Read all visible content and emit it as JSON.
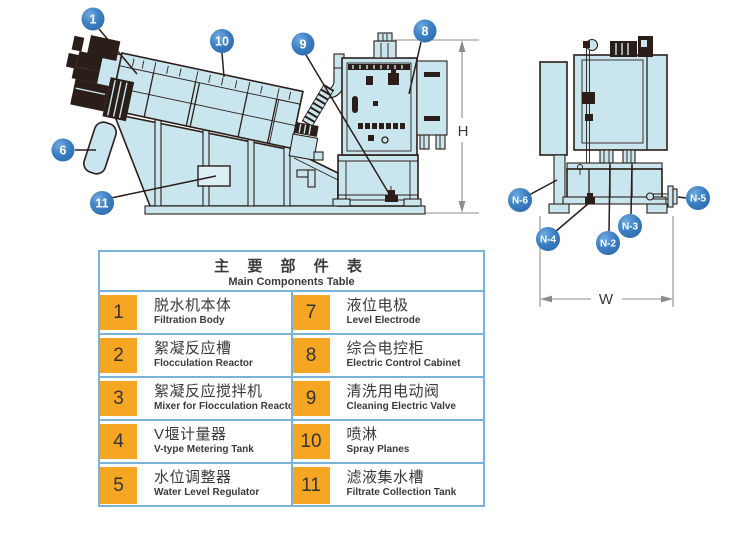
{
  "colors": {
    "machine_fill": "#c9e6ee",
    "outline": "#2b1d18",
    "callout_blue": "#3b7ec2",
    "dimension_gray": "#8c8c8c",
    "table_orange": "#f6a622",
    "table_border": "#7ab3d8",
    "text_dark": "#3a3a3a"
  },
  "diagram": {
    "callouts": {
      "c1": "1",
      "c6": "6",
      "c8": "8",
      "c9": "9",
      "c10": "10",
      "c11": "11"
    },
    "nozzles": {
      "n2": "N-2",
      "n3": "N-3",
      "n4": "N-4",
      "n5": "N-5",
      "n6": "N-6"
    },
    "dims": {
      "h": "H",
      "w": "W"
    }
  },
  "table": {
    "title_zh": "主 要 部 件 表",
    "title_en": "Main Components Table",
    "rows": [
      {
        "left": {
          "num": "1",
          "zh": "脱水机本体",
          "en": "Filtration Body"
        },
        "right": {
          "num": "7",
          "zh": "液位电极",
          "en": "Level Electrode"
        }
      },
      {
        "left": {
          "num": "2",
          "zh": "絮凝反应槽",
          "en": "Flocculation Reactor"
        },
        "right": {
          "num": "8",
          "zh": "综合电控柜",
          "en": "Electric Control Cabinet"
        }
      },
      {
        "left": {
          "num": "3",
          "zh": "絮凝反应搅拌机",
          "en": "Mixer for Flocculation Reactor"
        },
        "right": {
          "num": "9",
          "zh": "清洗用电动阀",
          "en": "Cleaning Electric Valve"
        }
      },
      {
        "left": {
          "num": "4",
          "zh": "V堰计量器",
          "en": "V-type Metering Tank"
        },
        "right": {
          "num": "10",
          "zh": "喷淋",
          "en": "Spray Planes"
        }
      },
      {
        "left": {
          "num": "5",
          "zh": "水位调整器",
          "en": "Water Level Regulator"
        },
        "right": {
          "num": "11",
          "zh": "滤液集水槽",
          "en": "Filtrate Collection Tank"
        }
      }
    ]
  }
}
